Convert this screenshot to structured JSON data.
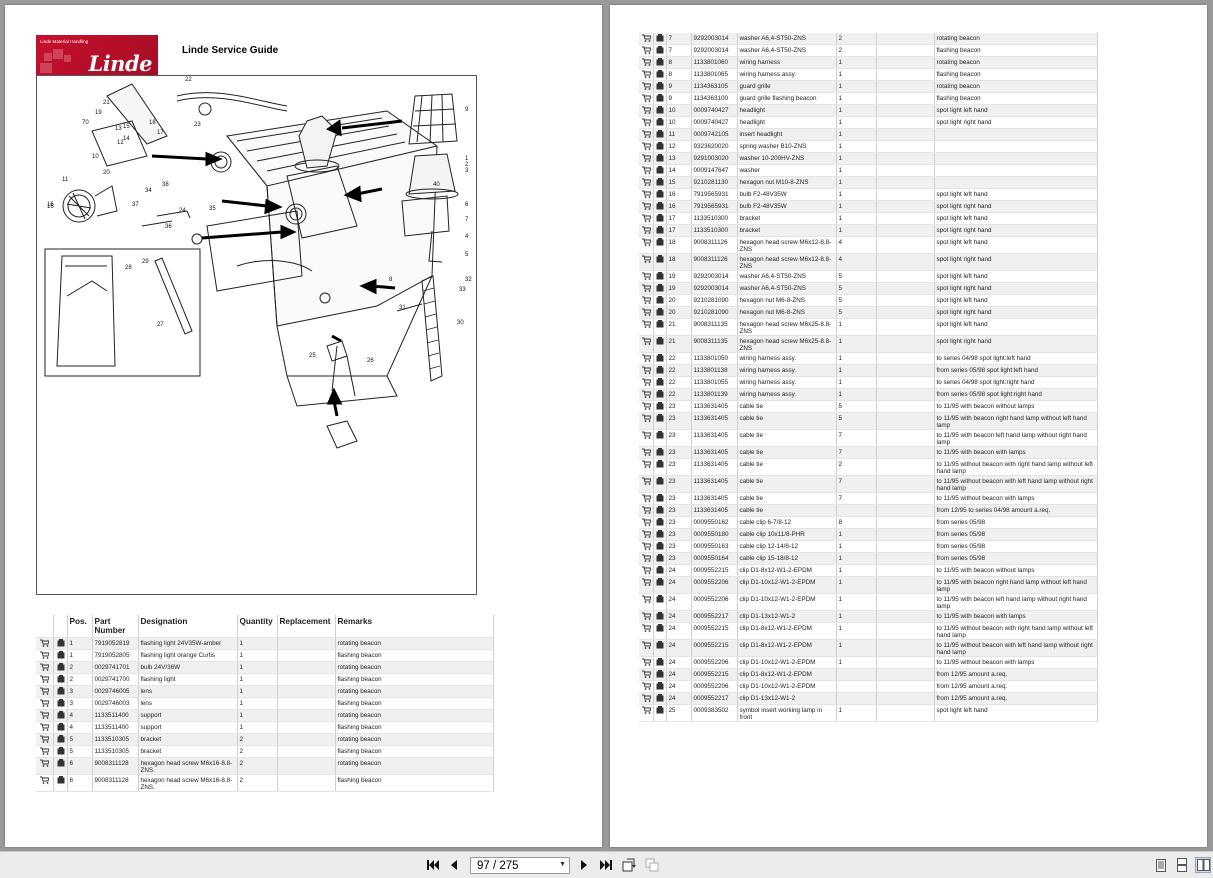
{
  "document": {
    "logo_tagline": "Linde Material Handling",
    "logo_wordmark": "Linde",
    "title": "Linde Service Guide"
  },
  "colors": {
    "brand_red": "#c8102e",
    "row_alt": "#f0f0f0",
    "toolbar": "#ececec"
  },
  "diagram_labels": [
    "22",
    "21",
    "19",
    "70",
    "13",
    "15",
    "14",
    "12",
    "16",
    "18",
    "23",
    "17",
    "10",
    "20",
    "11",
    "16",
    "38",
    "34",
    "37",
    "24",
    "35",
    "36",
    "9",
    "1",
    "2",
    "3",
    "40",
    "6",
    "7",
    "4",
    "5",
    "32",
    "33",
    "8",
    "30",
    "31",
    "28",
    "29",
    "27",
    "25",
    "26"
  ],
  "table_headers": [
    "Pos.",
    "Part Number",
    "Designation",
    "Quantity",
    "Replacement",
    "Remarks"
  ],
  "left_rows": [
    [
      "1",
      "7919052819",
      "flashing light 24V35W-amber",
      "1",
      "",
      "rotating beacon"
    ],
    [
      "1",
      "7919052805",
      "flashing light orange Curtis",
      "1",
      "",
      "flashing beacon"
    ],
    [
      "2",
      "0029741701",
      "bulb 24V/36W",
      "1",
      "",
      "rotating beacon"
    ],
    [
      "2",
      "0029741700",
      "flashing light",
      "1",
      "",
      "flashing beacon"
    ],
    [
      "3",
      "0029746005",
      "lens",
      "1",
      "",
      "rotating beacon"
    ],
    [
      "3",
      "0029746003",
      "lens",
      "1",
      "",
      "flashing beacon"
    ],
    [
      "4",
      "1133511400",
      "support",
      "1",
      "",
      "rotating beacon"
    ],
    [
      "4",
      "1133511400",
      "support",
      "1",
      "",
      "flashing beacon"
    ],
    [
      "5",
      "1133510305",
      "bracket",
      "2",
      "",
      "rotating beacon"
    ],
    [
      "5",
      "1133510305",
      "bracket",
      "2",
      "",
      "flashing beacon"
    ],
    [
      "6",
      "9008311128",
      "hexagon head screw M6x16-8.8-ZNS.",
      "2",
      "",
      "rotating beacon"
    ],
    [
      "6",
      "9008311128",
      "hexagon head screw M6x16-8.8-ZNS.",
      "2",
      "",
      "flashing beacon"
    ]
  ],
  "right_rows": [
    [
      "7",
      "9292003014",
      "washer A6,4-ST50-ZNS",
      "2",
      "",
      "rotating beacon"
    ],
    [
      "7",
      "9292003014",
      "washer A6,4-ST50-ZNS",
      "2",
      "",
      "flashing beacon"
    ],
    [
      "8",
      "1133801060",
      "wiring harness",
      "1",
      "",
      "rotating beacon"
    ],
    [
      "8",
      "1133801065",
      "wiring harness assy.",
      "1",
      "",
      "flashing beacon"
    ],
    [
      "9",
      "1134363105",
      "guard grille",
      "1",
      "",
      "rotating beacon"
    ],
    [
      "9",
      "1134363100",
      "guard grille flashing beacon",
      "1",
      "",
      "flashing beacon"
    ],
    [
      "10",
      "0009740427",
      "headlight",
      "1",
      "",
      "spot light left hand"
    ],
    [
      "10",
      "0009740427",
      "headlight",
      "1",
      "",
      "spot light right hand"
    ],
    [
      "11",
      "0009742105",
      "insert headlight",
      "1",
      "",
      ""
    ],
    [
      "12",
      "9323620020",
      "spring washer B10-ZNS",
      "1",
      "",
      ""
    ],
    [
      "13",
      "9291003020",
      "washer 10-200HV-ZNS",
      "1",
      "",
      ""
    ],
    [
      "14",
      "0009147647",
      "washer",
      "1",
      "",
      ""
    ],
    [
      "15",
      "9210281130",
      "hexagon nut M10-8-ZNS",
      "1",
      "",
      ""
    ],
    [
      "16",
      "7919565931",
      "bulb F2-48V35W",
      "1",
      "",
      "spot light left hand"
    ],
    [
      "16",
      "7919565931",
      "bulb F2-48V35W",
      "1",
      "",
      "spot light right hand"
    ],
    [
      "17",
      "1133510300",
      "bracket",
      "1",
      "",
      "spot light left hand"
    ],
    [
      "17",
      "1133510300",
      "bracket",
      "1",
      "",
      "spot light right hand"
    ],
    [
      "18",
      "9008311126",
      "hexagon head screw M6x12-8.8-ZNS",
      "4",
      "",
      "spot light left hand"
    ],
    [
      "18",
      "9008311126",
      "hexagon head screw M6x12-8.8-ZNS",
      "4",
      "",
      "spot light right hand"
    ],
    [
      "19",
      "9292003014",
      "washer A6,4-ST50-ZNS",
      "5",
      "",
      "spot light left hand"
    ],
    [
      "19",
      "9292003014",
      "washer A6,4-ST50-ZNS",
      "5",
      "",
      "spot light right hand"
    ],
    [
      "20",
      "9210281090",
      "hexagon nut M6-8-ZNS",
      "5",
      "",
      "spot light left hand"
    ],
    [
      "20",
      "9210281090",
      "hexagon nut M6-8-ZNS",
      "5",
      "",
      "spot light right hand"
    ],
    [
      "21",
      "9008311135",
      "hexagon head screw M6x25-8.8-ZNS",
      "1",
      "",
      "spot light left hand"
    ],
    [
      "21",
      "9008311135",
      "hexagon head screw M6x25-8.8-ZNS",
      "1",
      "",
      "spot light right hand"
    ],
    [
      "22",
      "1133801050",
      "wiring harness assy.",
      "1",
      "",
      "to series 04/98 spot light:left hand"
    ],
    [
      "22",
      "1133801138",
      "wiring harness assy.",
      "1",
      "",
      "from series 05/98 spot light:left hand"
    ],
    [
      "22",
      "1133801055",
      "wiring harness assy.",
      "1",
      "",
      "to series 04/98 spot light:right hand"
    ],
    [
      "22",
      "1133801139",
      "wiring harness assy.",
      "1",
      "",
      "from series 05/98 spot light:right hand"
    ],
    [
      "23",
      "1133631405",
      "cable tie",
      "5",
      "",
      "to 11/95 with beacon without lamps"
    ],
    [
      "23",
      "1133631405",
      "cable tie",
      "5",
      "",
      "to 11/95 with beacon right hand lamp without left hand lamp"
    ],
    [
      "23",
      "1133631405",
      "cable tie",
      "7",
      "",
      "to 11/95 with beacon left hand lamp without right hand lamp"
    ],
    [
      "23",
      "1133631405",
      "cable tie",
      "7",
      "",
      "to 11/95 with beacon with lamps"
    ],
    [
      "23",
      "1133631405",
      "cable tie",
      "2",
      "",
      "to 11/95 without beacon with right hand lamp without left hand lamp"
    ],
    [
      "23",
      "1133631405",
      "cable tie",
      "7",
      "",
      "to 11/95 without beacon with left hand lamp without right hand lamp"
    ],
    [
      "23",
      "1133631405",
      "cable tie",
      "7",
      "",
      "to 11/95 without beacon with lamps"
    ],
    [
      "23",
      "1133631405",
      "cable tie",
      "",
      "",
      "from 12/95 to series 04/98 amount a.req."
    ],
    [
      "23",
      "0009550162",
      "cable clip 6-7/8-12",
      "8",
      "",
      "from series 05/98"
    ],
    [
      "23",
      "0009550180",
      "cable clip 10x11/8-PHR",
      "1",
      "",
      "from series 05/98"
    ],
    [
      "23",
      "0009550163",
      "cable clip 12-14/8-12",
      "1",
      "",
      "from series 05/98"
    ],
    [
      "23",
      "0009550164",
      "cable clip 15-18/8-12",
      "1",
      "",
      "from series 05/98"
    ],
    [
      "24",
      "0009552215",
      "clip D1-8x12-W1-2-EPDM",
      "1",
      "",
      "to 11/95 with beacon without lamps"
    ],
    [
      "24",
      "0009552206",
      "clip D1-10x12-W1-2-EPDM",
      "1",
      "",
      "to 11/95 with beacon right hand lamp without left hand lamp"
    ],
    [
      "24",
      "0009552206",
      "clip D1-10x12-W1-2-EPDM",
      "1",
      "",
      "to 11/95 with beacon left hand lamp without right hand lamp"
    ],
    [
      "24",
      "0009552217",
      "clip D1-13x12-W1-2",
      "1",
      "",
      "to 11/95 with beacon with lamps"
    ],
    [
      "24",
      "0009552215",
      "clip D1-8x12-W1-2-EPDM",
      "1",
      "",
      "to 11/95 without beacon with right hand lamp without left hand lamp"
    ],
    [
      "24",
      "0009552215",
      "clip D1-8x12-W1-2-EPDM",
      "1",
      "",
      "to 11/95 without beacon with left hand lamp without right hand lamp"
    ],
    [
      "24",
      "0009552206",
      "clip D1-10x12-W1-2-EPDM",
      "1",
      "",
      "to 11/95 without beacon with lamps"
    ],
    [
      "24",
      "0009552215",
      "clip D1-8x12-W1-2-EPDM",
      "",
      "",
      "from 12/95 amount a.req."
    ],
    [
      "24",
      "0009552206",
      "clip D1-10x12-W1-2-EPDM",
      "",
      "",
      "from 12/95 amount a.req."
    ],
    [
      "24",
      "0009552217",
      "clip D1-13x12-W1-2",
      "",
      "",
      "from 12/95 amount a.req."
    ],
    [
      "25",
      "0009383502",
      "symbol insert working lamp in front",
      "1",
      "",
      "spot light left hand"
    ]
  ],
  "toolbar": {
    "page_indicator": "97 / 275",
    "first_icon": "first-page-icon",
    "prev_icon": "previous-page-icon",
    "next_icon": "next-page-icon",
    "last_icon": "last-page-icon"
  }
}
